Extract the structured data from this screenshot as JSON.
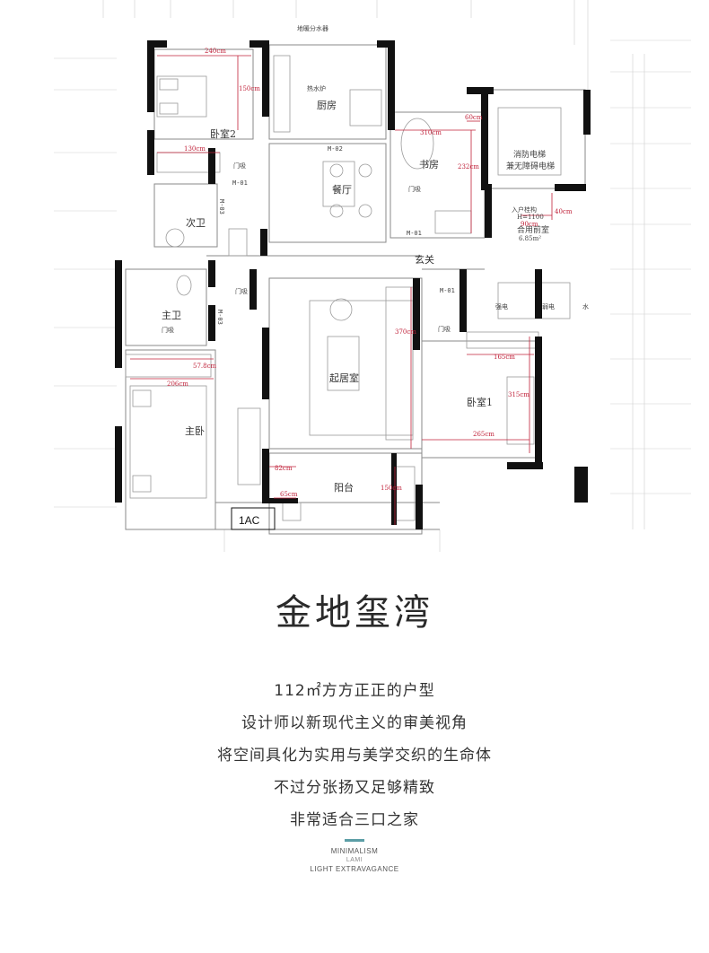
{
  "plan": {
    "labels": {
      "bedroom2": "卧室2",
      "kitchen": "厨房",
      "floor_heating": "地暖分水器",
      "water_heater": "热水炉",
      "dining": "餐厅",
      "study": "书房",
      "elevator_line1": "消防电梯",
      "elevator_line2": "兼无障碍电梯",
      "entry_shaft_line1": "入户桂构",
      "entry_shaft_line2": "H=1100",
      "shared_front_room": "合用前室",
      "shared_front_room_area": "6.85m²",
      "second_bath": "次卫",
      "entrance": "玄关",
      "master_bath": "主卫",
      "living": "起居室",
      "bedroom1": "卧室1",
      "master_bedroom": "主卧",
      "balcony": "阳台",
      "ac": "1AC",
      "strong_elec": "强电",
      "weak_elec": "弱电",
      "water": "水",
      "door_suction": "门吸"
    },
    "door_tags": {
      "m01_a": "M-01",
      "m01_b": "M-01",
      "m01_c": "M-01",
      "m02": "M-02",
      "m03_a": "M-03",
      "m03_b": "M-03"
    },
    "dimensions": {
      "d240": "240cm",
      "d150a": "150cm",
      "d130": "130cm",
      "d60": "60cm",
      "d310": "310cm",
      "d232": "232cm",
      "d40": "40cm",
      "d90": "90cm",
      "d370": "370cm",
      "d165": "165cm",
      "d315": "315cm",
      "d57": "57.8cm",
      "d206": "206cm",
      "d265": "265cm",
      "d82": "82cm",
      "d65": "65cm",
      "d150b": "150cm"
    },
    "colors": {
      "wall": "#111111",
      "line": "#7a7a7a",
      "dimension": "#c0223a"
    }
  },
  "title": "金地玺湾",
  "description": [
    "112㎡方方正正的户型",
    "设计师以新现代主义的审美视角",
    "将空间具化为实用与美学交织的生命体",
    "不过分张扬又足够精致",
    "非常适合三口之家"
  ],
  "footer": {
    "accent_color": "#5b9ea6",
    "line1": "MINIMALISM",
    "line2": "LAMI",
    "line3": "LIGHT EXTRAVAGANCE"
  }
}
